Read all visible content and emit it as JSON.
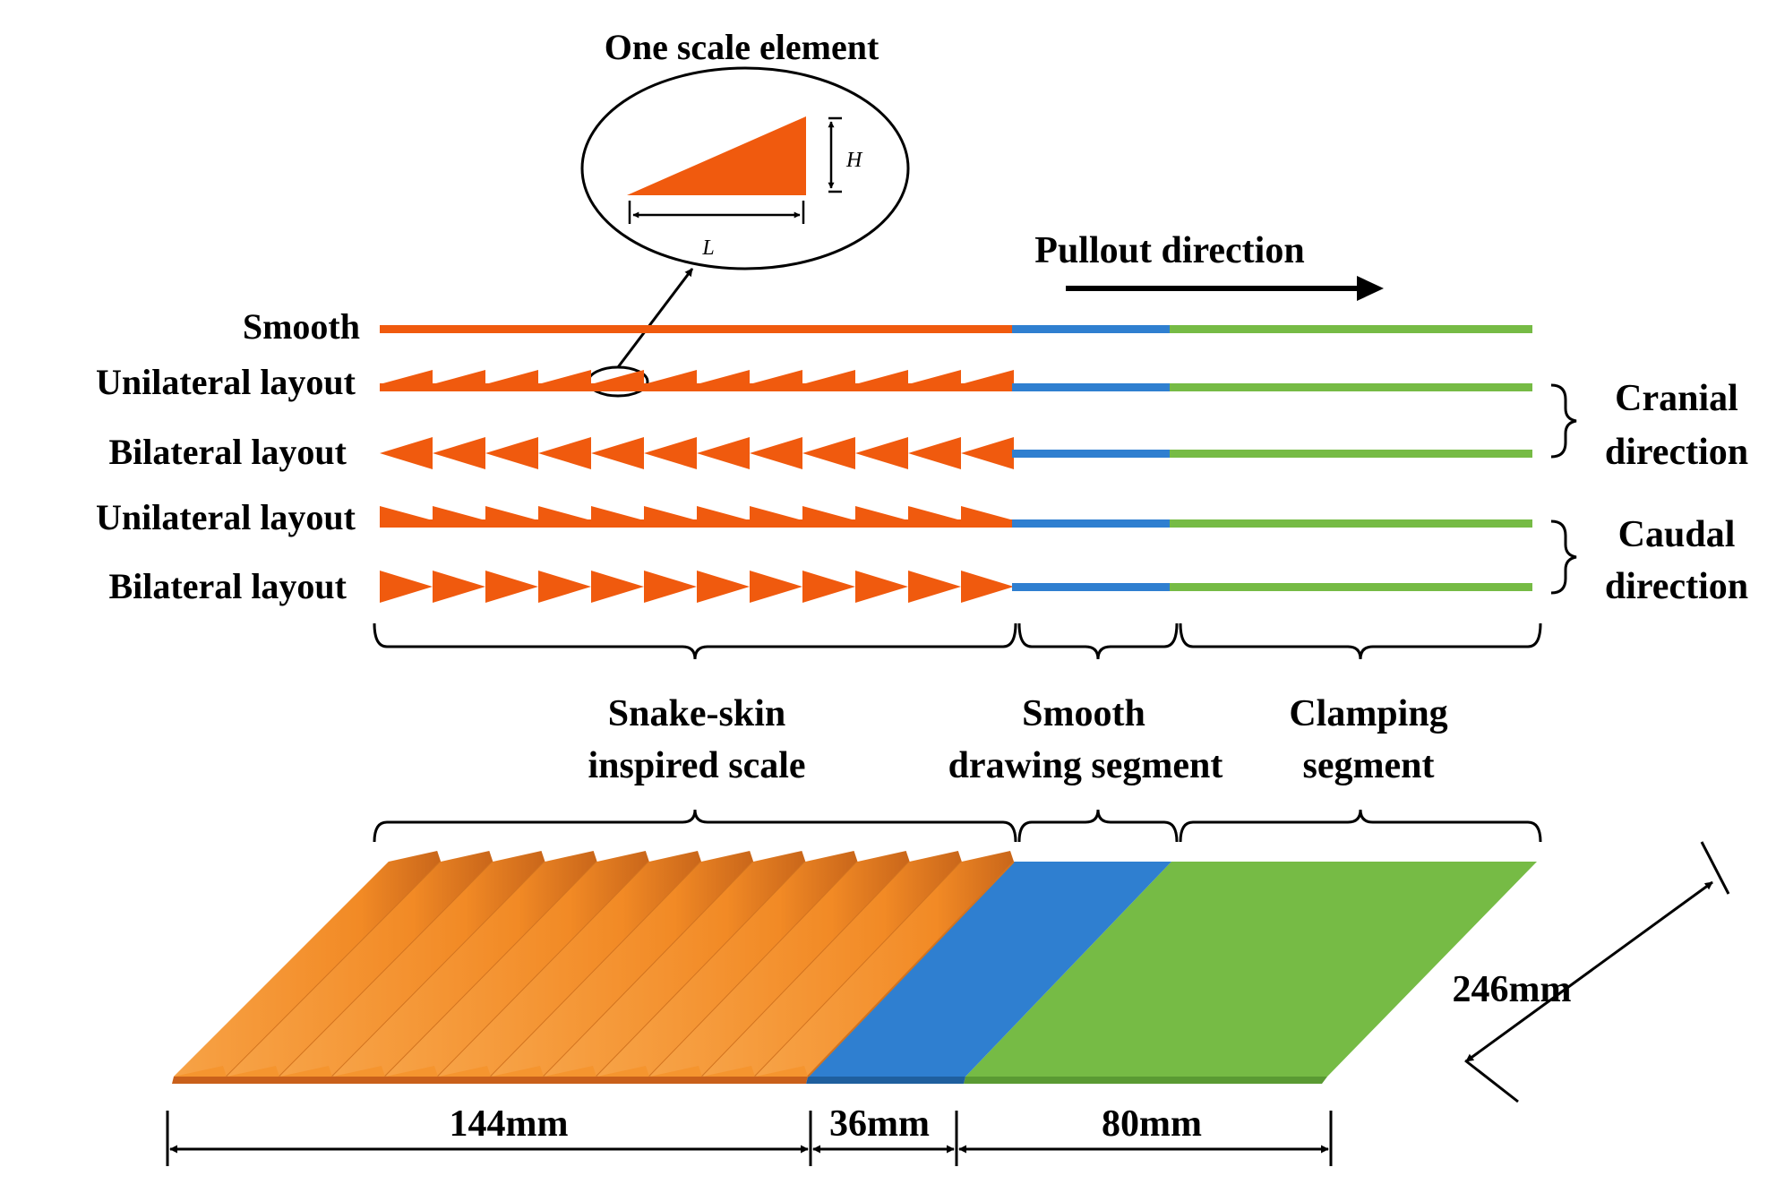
{
  "labels": {
    "title_element": "One scale element",
    "dim_h": "H",
    "dim_l": "L",
    "pullout": "Pullout direction",
    "row_smooth": "Smooth",
    "row_uni_1": "Unilateral layout",
    "row_bi_1": "Bilateral  layout",
    "row_uni_2": "Unilateral layout",
    "row_bi_2": "Bilateral  layout",
    "cranial_1": "Cranial",
    "cranial_2": "direction",
    "caudal_1": "Caudal",
    "caudal_2": "direction",
    "seg_scale_1": "Snake-skin",
    "seg_scale_2": "inspired scale",
    "seg_smooth_1": "Smooth",
    "seg_smooth_2": "drawing segment",
    "seg_clamp_1": "Clamping",
    "seg_clamp_2": "segment",
    "len_scale": "144mm",
    "len_smooth": "36mm",
    "len_clamp": "80mm",
    "width": "246mm"
  },
  "colors": {
    "scale": "#f05a0e",
    "scale_3d": "#f5952f",
    "smooth_segment": "#2f7fd0",
    "clamp_segment": "#76bb45",
    "ink": "#000000"
  }
}
